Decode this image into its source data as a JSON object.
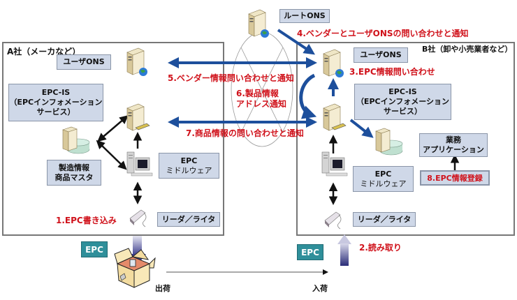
{
  "company_a": {
    "title": "A社（メーカなど）",
    "user_ons": "ユーザONS",
    "epcis_line1": "EPC-IS",
    "epcis_line2": "（EPCインフォメーション",
    "epcis_line3": "サービス）",
    "master_line1": "製造情報",
    "master_line2": "商品マスタ",
    "middleware_line1": "EPC",
    "middleware_line2": "ミドルウェア",
    "reader": "リーダ／ライタ"
  },
  "company_b": {
    "title": "B社（卸や小売業者など）",
    "user_ons": "ユーザONS",
    "epcis_line1": "EPC-IS",
    "epcis_line2": "（EPCインフォメーション",
    "epcis_line3": "サービス）",
    "app_line1": "業務",
    "app_line2": "アプリケーション",
    "middleware_line1": "EPC",
    "middleware_line2": "ミドルウェア",
    "reader": "リーダ／ライタ"
  },
  "root_ons": "ルートONS",
  "steps": {
    "s1": "1.EPC書き込み",
    "s2": "2.読み取り",
    "s3": "3.EPC情報問い合わせ",
    "s4": "4.ベンダーとユーザONSの問い合わせと通知",
    "s5": "5.ベンダー情報問い合わせと通知",
    "s6_line1": "6.製品情報",
    "s6_line2": "アドレス通知",
    "s7": "7.商品情報の問い合わせと通知",
    "s8": "8.EPC情報登録"
  },
  "epc_tag": "EPC",
  "shipping": "出荷",
  "receiving": "入荷",
  "colors": {
    "arrow_blue": "#1d4f9c",
    "step_red": "#d0121b",
    "label_box": "#cfd8e8",
    "epc_tag": "#2f8f9a"
  }
}
